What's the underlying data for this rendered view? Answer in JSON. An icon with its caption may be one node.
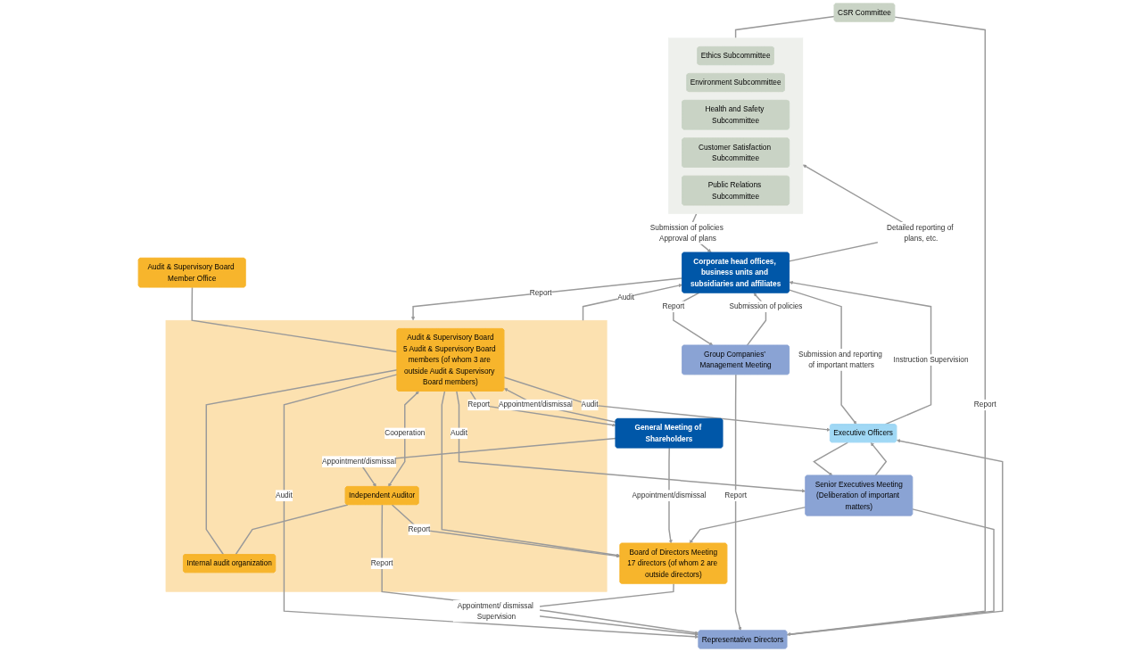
{
  "diagram": {
    "nodes": [
      {
        "text": [
          "General Meeting of Shareholders"
        ]
      },
      {
        "text": [],
        "shape": "box"
      },
      {
        "text": [
          "Board of Directors Meeting",
          "17 directors (of whom 2 are outside directors)"
        ]
      },
      {
        "text": [
          "Audit & Supervisory Board",
          "5 Audit & Supervisory Board members (of whom 3 are outside Audit & Supervisory Board members)"
        ],
        "in": 1
      },
      {
        "text": [
          "Independent Auditor"
        ],
        "in": 1
      },
      {
        "text": [
          "Internal audit organization"
        ],
        "in": 1
      },
      {
        "text": [
          "Audit & Supervisory Board Member Office"
        ]
      },
      {
        "text": [
          "Representative Directors"
        ]
      },
      {
        "text": [
          "CSR Committee"
        ]
      },
      {
        "text": [
          "Senior Executives Meeting",
          "(Deliberation of important matters)"
        ]
      },
      {
        "text": [],
        "shape": "box"
      },
      {
        "text": [
          "Ethics Subcommittee"
        ],
        "in": 10
      },
      {
        "text": [
          "Environment Subcommittee"
        ],
        "in": 10
      },
      {
        "text": [
          "Health and Safety Subcommittee"
        ],
        "in": 10
      },
      {
        "text": [
          "Customer Satisfaction Subcommittee"
        ],
        "in": 10
      },
      {
        "text": [
          "Public Relations Subcommittee"
        ],
        "in": 10
      },
      {
        "text": [
          "Group Companies’ Management Meeting"
        ]
      },
      {
        "text": [
          "Executive Officers"
        ]
      },
      {
        "text": [
          "Corporate head offices, business units and subsidiaries and affiliates"
        ]
      }
    ],
    "edges": [
      {
        "from": 0,
        "to": 2,
        "arrow": "to",
        "label": "Appointment/dismissal"
      },
      {
        "from": 3,
        "to": 0,
        "arrow": "to",
        "label": "Report"
      },
      {
        "from": 0,
        "to": 3,
        "arrow": "to",
        "label": "Appointment/dismissal"
      },
      {
        "from": 0,
        "to": 4,
        "arrow": "to",
        "label": "Appointment/dismissal"
      },
      {
        "from": 4,
        "to": 2,
        "arrow": "to",
        "label": "Report"
      },
      {
        "from": 3,
        "to": 2,
        "arrow": "to"
      },
      {
        "from": 3,
        "to": 7,
        "arrow": "to",
        "label": "Audit"
      },
      {
        "from": 3,
        "to": 4,
        "arrow": "both",
        "label": "Cooperation"
      },
      {
        "from": 3,
        "to": 5,
        "arrow": "none"
      },
      {
        "from": 4,
        "to": 5,
        "arrow": "none"
      },
      {
        "from": 6,
        "to": 3,
        "arrow": "none"
      },
      {
        "from": 2,
        "to": 7,
        "arrow": "to",
        "label": "Appointment/ dismissal Supervision"
      },
      {
        "from": 3,
        "to": 9,
        "arrow": "to",
        "label": "Audit"
      },
      {
        "from": 3,
        "to": 17,
        "arrow": "to",
        "label": "Audit"
      },
      {
        "from": 4,
        "to": 7,
        "arrow": "to",
        "label": "Report"
      },
      {
        "from": 16,
        "to": 7,
        "arrow": "to",
        "label": "Report"
      },
      {
        "from": 8,
        "to": 7,
        "arrow": "to",
        "label": "Report"
      },
      {
        "from": 9,
        "to": 2,
        "arrow": "to"
      },
      {
        "from": 7,
        "to": 9,
        "arrow": "none"
      },
      {
        "from": 7,
        "to": 17,
        "arrow": "to"
      },
      {
        "from": 17,
        "to": 9,
        "arrow": "to"
      },
      {
        "from": 9,
        "to": 17,
        "arrow": "to"
      },
      {
        "from": 18,
        "to": 17,
        "arrow": "to",
        "label": "Submission and reporting of important matters"
      },
      {
        "from": 17,
        "to": 18,
        "arrow": "to",
        "label": "Instruction Supervision"
      },
      {
        "from": 8,
        "to": 10,
        "arrow": "none"
      },
      {
        "from": 18,
        "to": 10,
        "arrow": "to",
        "label": "Detailed reporting of plans, etc."
      },
      {
        "from": 10,
        "to": 18,
        "arrow": "to",
        "label": "Submission of policies Approval of plans"
      },
      {
        "from": 18,
        "to": 16,
        "arrow": "to",
        "label": "Report"
      },
      {
        "from": 16,
        "to": 18,
        "arrow": "to",
        "label": "Submission of policies"
      },
      {
        "from": 18,
        "to": 1,
        "arrow": "to",
        "label": "Report"
      },
      {
        "from": 1,
        "to": 18,
        "arrow": "to",
        "label": "Audit"
      }
    ]
  }
}
